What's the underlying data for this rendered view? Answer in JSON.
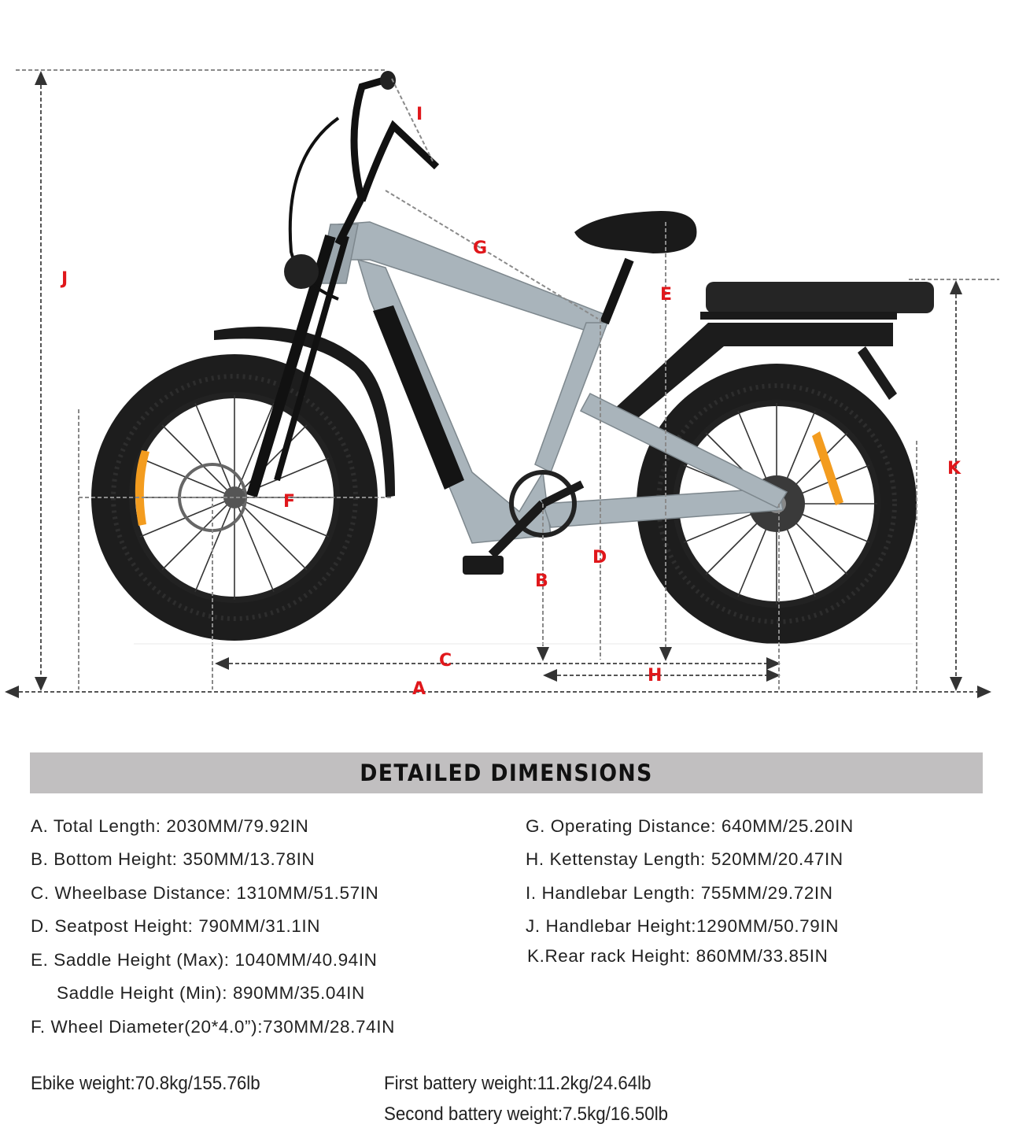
{
  "diagram": {
    "subject": "Full-suspension fat-tire e-bike, side view",
    "colors": {
      "frame": "#a9b4bb",
      "tire": "#1c1c1c",
      "label": "#e0171b",
      "dim_line": "#8a8a8a"
    },
    "labels": {
      "A": "A",
      "B": "B",
      "C": "C",
      "D": "D",
      "E": "E",
      "F": "F",
      "G": "G",
      "H": "H",
      "I": "I",
      "J": "J",
      "K": "K"
    }
  },
  "section": {
    "title": "DETAILED DIMENSIONS"
  },
  "specs": {
    "left": [
      "A. Total Length: 2030MM/79.92IN",
      "B. Bottom Height: 350MM/13.78IN",
      "C. Wheelbase Distance: 1310MM/51.57IN",
      "D. Seatpost Height: 790MM/31.1IN",
      "E. Saddle Height (Max): 1040MM/40.94IN",
      "Saddle Height (Min): 890MM/35.04IN",
      "F. Wheel Diameter(20*4.0”):730MM/28.74IN"
    ],
    "right": [
      "G. Operating Distance: 640MM/25.20IN",
      "H. Kettenstay Length: 520MM/20.47IN",
      "I. Handlebar Length: 755MM/29.72IN",
      "J. Handlebar Height:1290MM/50.79IN",
      "K.Rear rack Height: 860MM/33.85IN"
    ]
  },
  "weights": {
    "ebike": "Ebike weight:70.8kg/155.76lb",
    "first_battery": "First battery weight:11.2kg/24.64lb",
    "second_battery": "Second battery weight:7.5kg/16.50lb"
  }
}
